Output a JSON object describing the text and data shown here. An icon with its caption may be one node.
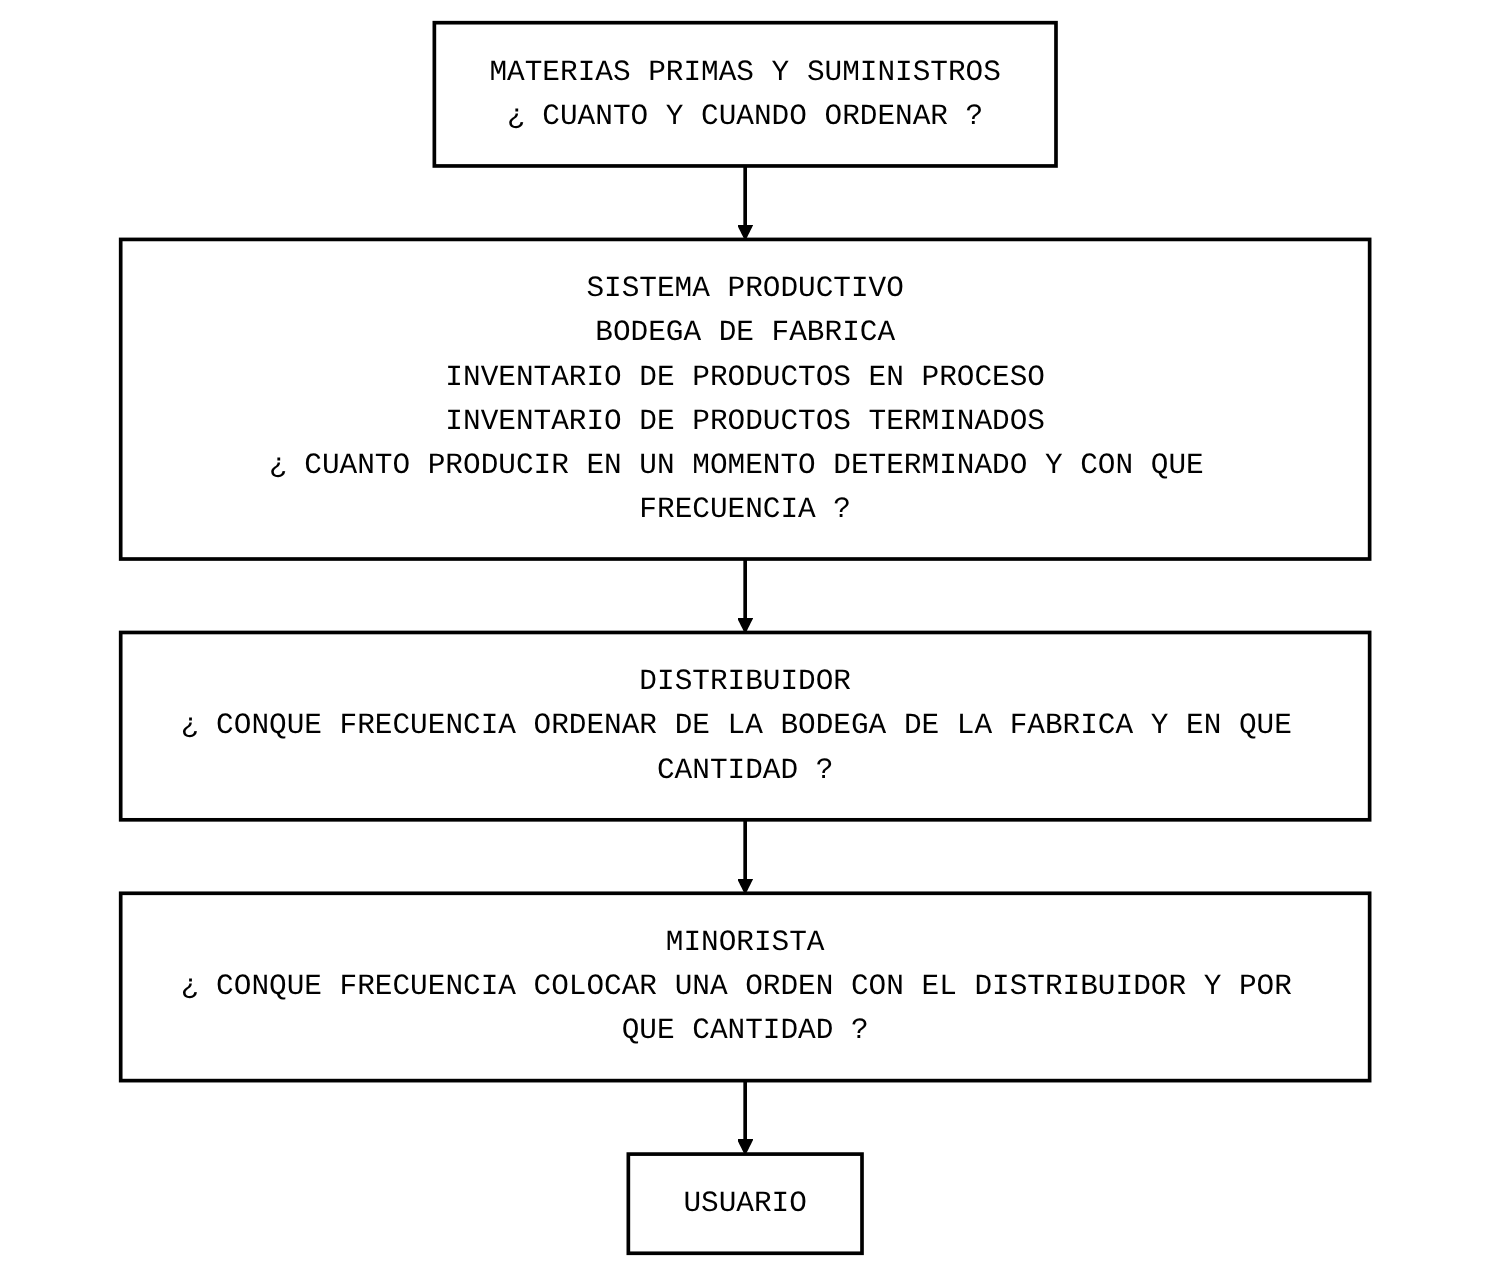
{
  "diagram": {
    "nodes": [
      {
        "text": [
          "MATERIAS PRIMAS Y SUMINISTROS",
          "¿ CUANTO Y CUANDO ORDENAR ?"
        ]
      },
      {
        "text": [
          "SISTEMA PRODUCTIVO",
          "BODEGA DE FABRICA",
          "INVENTARIO DE PRODUCTOS EN PROCESO",
          "INVENTARIO DE PRODUCTOS TERMINADOS",
          "¿ CUANTO PRODUCIR EN UN MOMENTO DETERMINADO Y CON QUE FRECUENCIA ?"
        ]
      },
      {
        "text": [
          "DISTRIBUIDOR",
          "¿ CONQUE FRECUENCIA ORDENAR DE LA BODEGA DE LA FABRICA Y EN QUE CANTIDAD ?"
        ]
      },
      {
        "text": [
          "MINORISTA",
          "¿ CONQUE FRECUENCIA COLOCAR UNA ORDEN CON EL DISTRIBUIDOR Y POR QUE CANTIDAD ?"
        ]
      },
      {
        "text": [
          "USUARIO"
        ]
      }
    ],
    "edges": [
      {
        "from": 0,
        "to": 1,
        "arrow": "to"
      },
      {
        "from": 1,
        "to": 2,
        "arrow": "to"
      },
      {
        "from": 2,
        "to": 3,
        "arrow": "to"
      },
      {
        "from": 3,
        "to": 4,
        "arrow": "to"
      }
    ]
  }
}
